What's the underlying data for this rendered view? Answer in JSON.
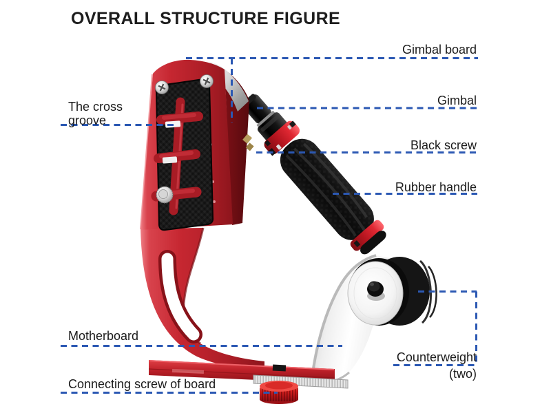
{
  "title": "OVERALL STRUCTURE FIGURE",
  "labels": {
    "gimbal_board": "Gimbal board",
    "gimbal": "Gimbal",
    "black_screw": "Black screw",
    "rubber_handle": "Rubber handle",
    "counterweight": "Counterweight",
    "counterweight_qty": "(two)",
    "cross_groove": "The cross groove",
    "motherboard": "Motherboard",
    "connecting_screw": "Connecting screw of board"
  },
  "colors": {
    "leader_line_blue": "#2b58b3",
    "body_red": "#c62731",
    "pad_black": "#1a1a1a",
    "chrome_silver": "#d5d5d5",
    "arm_white": "#f5f5f5",
    "counterweight_black": "#111111",
    "text_black": "#1b1b1b",
    "background": "#ffffff"
  }
}
